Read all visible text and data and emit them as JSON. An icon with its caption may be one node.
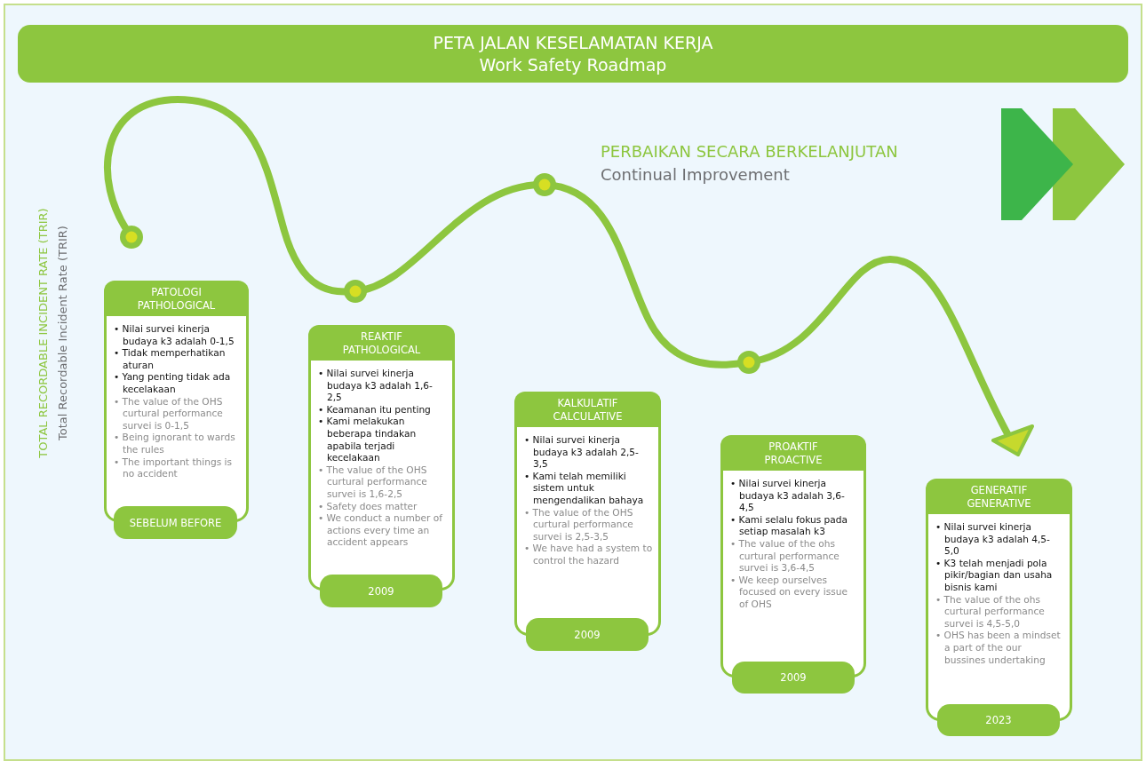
{
  "diagram": {
    "nodes": [
      {
        "text": [
          "PETA JALAN KESELAMATAN KERJA",
          "Work Safety Roadmap"
        ]
      },
      {
        "text": [
          "PATOLOGI PATHOLOGICAL",
          "• Nilai survei kinerja budaya k3 adalah 0-1,5",
          "• Tidak memperhatikan aturan",
          "• Yang penting tidak ada kecelakaan",
          "• The value of the OHS curtural performance survei is 0-1,5",
          "• Being ignorant to wards the rules",
          "• The important things is no accident"
        ]
      },
      {
        "text": [
          "SEBELUM BEFORE"
        ]
      },
      {
        "text": [
          "REAKTIF PATHOLOGICAL",
          "• Nilai survei kinerja budaya k3 adalah 1,6-2,5",
          "• Keamanan itu penting",
          "• Kami melakukan beberapa tindakan apabila terjadi kecelakaan",
          "• The value of the OHS curtural performance survei is 1,6-2,5",
          "• Safety does matter",
          "• We conduct a number of actions every time an accident appears"
        ]
      },
      {
        "text": [
          "2009"
        ]
      },
      {
        "text": [
          "KALKULATIF CALCULATIVE",
          "• Nilai survei kinerja budaya k3 adalah 2,5-3,5",
          "• Kami telah memiliki sistem untuk mengendalikan bahaya",
          "• The value of the OHS curtural performance survei is 2,5-3,5",
          "• We have had a system to control the hazard"
        ]
      },
      {
        "text": [
          "2009"
        ]
      },
      {
        "text": [
          "PROAKTIF PROACTIVE",
          "• Nilai survei kinerja budaya k3 adalah 3,6-4,5",
          "• Kami selalu fokus pada setiap masalah k3",
          "• The value of the ohs curtural performance survei is 3,6-4,5",
          "• We keep ourselves focused on every issue of OHS"
        ]
      },
      {
        "text": [
          "2009"
        ]
      },
      {
        "text": [
          "GENERATIF GENERATIVE",
          "• Nilai survei kinerja budaya k3 adalah 4,5-5,0",
          "• K3 telah menjadi pola pikir/bagian dan usaha bisnis kami",
          "• The value of the ohs curtural performance survei is 4,5-5,0",
          "• OHS has been a mindset a part of the our bussines undertaking"
        ]
      },
      {
        "text": [
          "2023"
        ]
      }
    ],
    "labels": [
      "PERBAIKAN SECARA BERKELANJUTAN",
      "Continual Improvement",
      "TOTAL RECORDABLE INCIDENT RATE (TRIR)",
      "Total Recordable Incident Rate (TRIR)"
    ]
  }
}
